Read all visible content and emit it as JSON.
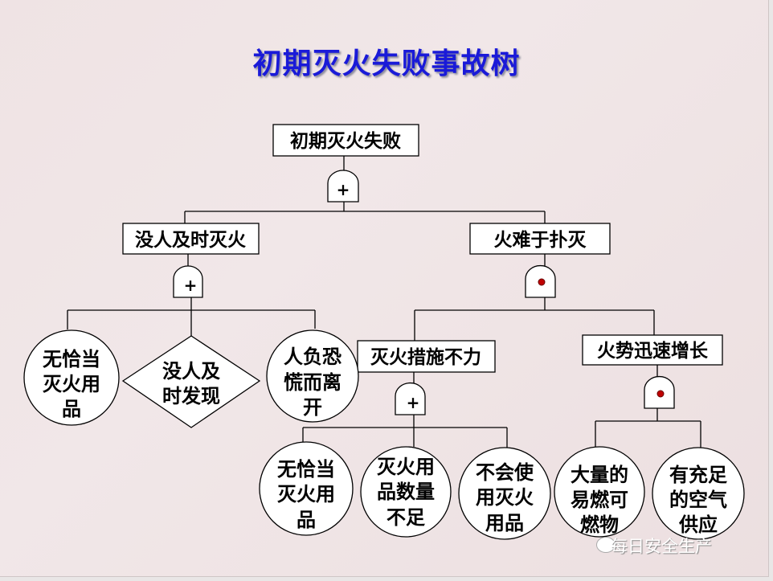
{
  "title": "初期灭火失败事故树",
  "nodes": {
    "top": "初期灭火失败",
    "left": "没人及时灭火",
    "right": "火难于扑灭",
    "l1": [
      "无恰当",
      "灭火用",
      "品"
    ],
    "l2": [
      "没人及",
      "时发现"
    ],
    "l3": [
      "人负恐",
      "慌而离",
      "开"
    ],
    "r1": "灭火措施不力",
    "r2": "火势迅速增长",
    "b1": [
      "无恰当",
      "灭火用",
      "品"
    ],
    "b2": [
      "灭火用",
      "品数量",
      "不足"
    ],
    "b3": [
      "不会使",
      "用灭火",
      "用品"
    ],
    "b4": [
      "大量的",
      "易燃可",
      "燃物"
    ],
    "b5": [
      "有充足",
      "的空气",
      "供应"
    ]
  },
  "gates": {
    "or_symbol": "+",
    "and_dot_color": "#c00000"
  },
  "watermark": "每日安全生产"
}
